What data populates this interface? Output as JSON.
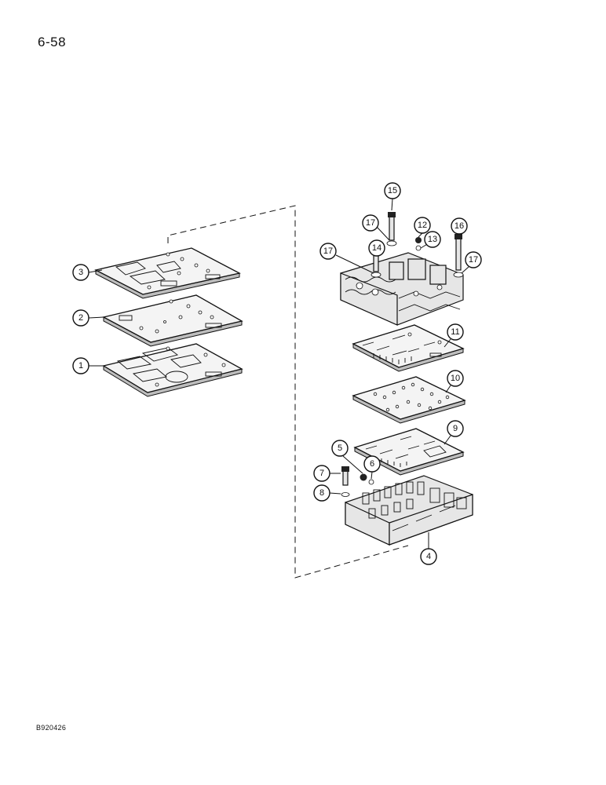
{
  "page": {
    "number": "6-58",
    "figure_code": "B920426"
  },
  "callouts": {
    "c1": "1",
    "c2": "2",
    "c3": "3",
    "c4": "4",
    "c5": "5",
    "c6": "6",
    "c7": "7",
    "c8": "8",
    "c9": "9",
    "c10": "10",
    "c11": "11",
    "c12": "12",
    "c13": "13",
    "c14": "14",
    "c15": "15",
    "c16": "16",
    "c17a": "17",
    "c17b": "17",
    "c17c": "17"
  }
}
